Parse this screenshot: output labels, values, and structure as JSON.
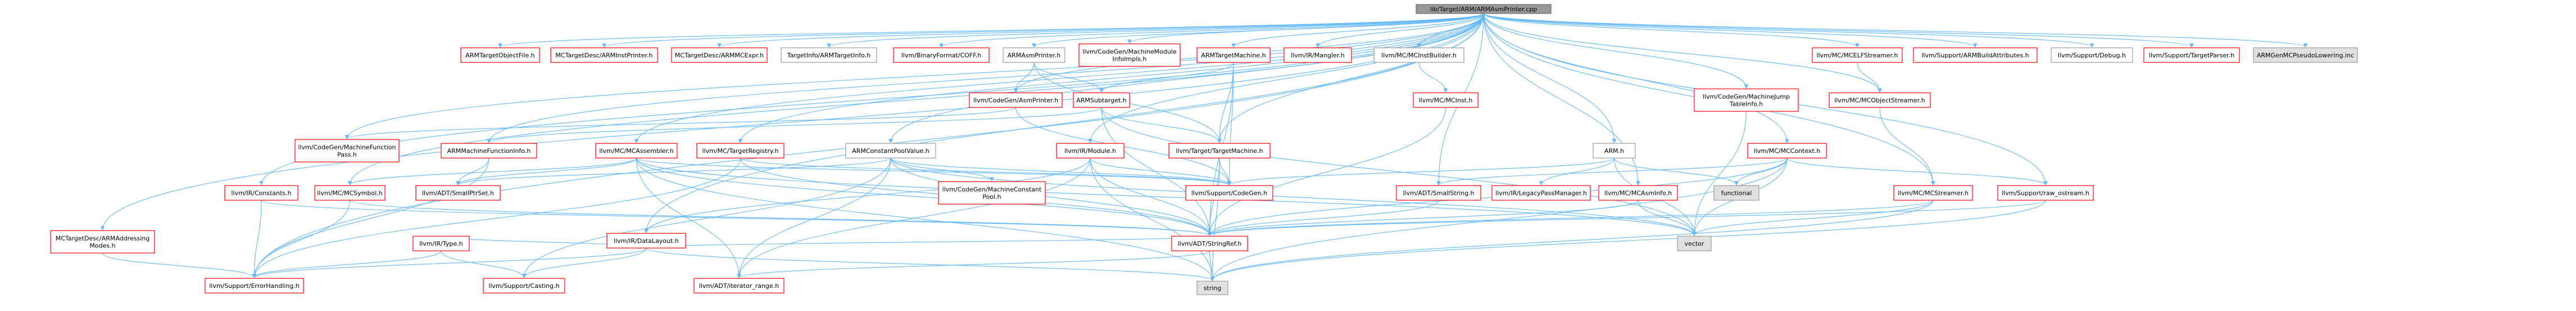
{
  "colors": {
    "root_fill": "#999999",
    "root_stroke": "#666666",
    "linked_stroke": "#ff0000",
    "plain_stroke": "#999999",
    "gray_fill": "#e0e0e0",
    "edge": "#63b8ff",
    "background": "#ffffff"
  },
  "nodes": [
    {
      "id": "root",
      "kind": "root",
      "lines": [
        "lib/Target/ARM/ARMAsmPrinter.cpp"
      ]
    },
    {
      "id": "n1",
      "kind": "linked",
      "lines": [
        "ARMTargetObjectFile.h"
      ]
    },
    {
      "id": "n2",
      "kind": "linked",
      "lines": [
        "MCTargetDesc/ARMInstPrinter.h"
      ]
    },
    {
      "id": "n3",
      "kind": "linked",
      "lines": [
        "MCTargetDesc/ARMMCExpr.h"
      ]
    },
    {
      "id": "n4",
      "kind": "plain",
      "lines": [
        "TargetInfo/ARMTargetInfo.h"
      ]
    },
    {
      "id": "n5",
      "kind": "linked",
      "lines": [
        "llvm/BinaryFormat/COFF.h"
      ]
    },
    {
      "id": "n6",
      "kind": "plain",
      "lines": [
        "ARMAsmPrinter.h"
      ]
    },
    {
      "id": "n7",
      "kind": "linked",
      "lines": [
        "llvm/CodeGen/MachineModule",
        "InfoImpls.h"
      ]
    },
    {
      "id": "n8",
      "kind": "linked",
      "lines": [
        "ARMTargetMachine.h"
      ]
    },
    {
      "id": "n9",
      "kind": "linked",
      "lines": [
        "llvm/IR/Mangler.h"
      ]
    },
    {
      "id": "n10",
      "kind": "plain",
      "lines": [
        "llvm/MC/MCInstBuilder.h"
      ]
    },
    {
      "id": "n11",
      "kind": "linked",
      "lines": [
        "llvm/MC/MCELFStreamer.h"
      ]
    },
    {
      "id": "n12",
      "kind": "linked",
      "lines": [
        "llvm/Support/ARMBuildAttributes.h"
      ]
    },
    {
      "id": "n13",
      "kind": "plain",
      "lines": [
        "llvm/Support/Debug.h"
      ]
    },
    {
      "id": "n14",
      "kind": "linked",
      "lines": [
        "llvm/Support/TargetParser.h"
      ]
    },
    {
      "id": "n15",
      "kind": "gray",
      "lines": [
        "ARMGenMCPseudoLowering.inc"
      ]
    },
    {
      "id": "n16",
      "kind": "linked",
      "lines": [
        "llvm/CodeGen/AsmPrinter.h"
      ]
    },
    {
      "id": "n17",
      "kind": "linked",
      "lines": [
        "ARMSubtarget.h"
      ]
    },
    {
      "id": "n18",
      "kind": "linked",
      "lines": [
        "llvm/MC/MCInst.h"
      ]
    },
    {
      "id": "n19",
      "kind": "linked",
      "lines": [
        "llvm/CodeGen/MachineJump",
        "TableInfo.h"
      ]
    },
    {
      "id": "n20",
      "kind": "linked",
      "lines": [
        "llvm/MC/MCObjectStreamer.h"
      ]
    },
    {
      "id": "n21",
      "kind": "linked",
      "lines": [
        "llvm/CodeGen/MachineFunction",
        "Pass.h"
      ]
    },
    {
      "id": "n22",
      "kind": "linked",
      "lines": [
        "ARMMachineFunctionInfo.h"
      ]
    },
    {
      "id": "n23",
      "kind": "linked",
      "lines": [
        "llvm/MC/MCAssembler.h"
      ]
    },
    {
      "id": "n24",
      "kind": "linked",
      "lines": [
        "llvm/MC/TargetRegistry.h"
      ]
    },
    {
      "id": "n25",
      "kind": "plain",
      "lines": [
        "ARMConstantPoolValue.h"
      ]
    },
    {
      "id": "n26",
      "kind": "linked",
      "lines": [
        "llvm/IR/Module.h"
      ]
    },
    {
      "id": "n27",
      "kind": "linked",
      "lines": [
        "llvm/Target/TargetMachine.h"
      ]
    },
    {
      "id": "n28",
      "kind": "plain",
      "lines": [
        "ARM.h"
      ]
    },
    {
      "id": "n29",
      "kind": "linked",
      "lines": [
        "llvm/MC/MCContext.h"
      ]
    },
    {
      "id": "n30",
      "kind": "linked",
      "lines": [
        "llvm/IR/Constants.h"
      ]
    },
    {
      "id": "n31",
      "kind": "linked",
      "lines": [
        "llvm/MC/MCSymbol.h"
      ]
    },
    {
      "id": "n32",
      "kind": "linked",
      "lines": [
        "llvm/ADT/SmallPtrSet.h"
      ]
    },
    {
      "id": "n33",
      "kind": "linked",
      "lines": [
        "llvm/Support/CodeGen.h"
      ]
    },
    {
      "id": "n34",
      "kind": "linked",
      "lines": [
        "llvm/CodeGen/MachineConstant",
        "Pool.h"
      ]
    },
    {
      "id": "n35",
      "kind": "linked",
      "lines": [
        "llvm/ADT/SmallString.h"
      ]
    },
    {
      "id": "n36",
      "kind": "linked",
      "lines": [
        "llvm/IR/LegacyPassManager.h"
      ]
    },
    {
      "id": "n37",
      "kind": "gray",
      "lines": [
        "functional"
      ]
    },
    {
      "id": "n38",
      "kind": "linked",
      "lines": [
        "llvm/MC/MCAsmInfo.h"
      ]
    },
    {
      "id": "n39",
      "kind": "linked",
      "lines": [
        "llvm/MC/MCStreamer.h"
      ]
    },
    {
      "id": "n40",
      "kind": "linked",
      "lines": [
        "llvm/Support/raw_ostream.h"
      ]
    },
    {
      "id": "n41",
      "kind": "linked",
      "lines": [
        "MCTargetDesc/ARMAddressing",
        "Modes.h"
      ]
    },
    {
      "id": "n42",
      "kind": "linked",
      "lines": [
        "llvm/IR/DataLayout.h"
      ]
    },
    {
      "id": "n43",
      "kind": "linked",
      "lines": [
        "llvm/IR/Type.h"
      ]
    },
    {
      "id": "n44",
      "kind": "linked",
      "lines": [
        "llvm/ADT/StringRef.h"
      ]
    },
    {
      "id": "n45",
      "kind": "gray",
      "lines": [
        "vector"
      ]
    },
    {
      "id": "n46",
      "kind": "linked",
      "lines": [
        "llvm/Support/ErrorHandling.h"
      ]
    },
    {
      "id": "n47",
      "kind": "linked",
      "lines": [
        "llvm/Support/Casting.h"
      ]
    },
    {
      "id": "n48",
      "kind": "linked",
      "lines": [
        "llvm/ADT/iterator_range.h"
      ]
    },
    {
      "id": "n49",
      "kind": "gray",
      "lines": [
        "string"
      ]
    }
  ],
  "edges": [
    [
      "root",
      "n1"
    ],
    [
      "root",
      "n2"
    ],
    [
      "root",
      "n3"
    ],
    [
      "root",
      "n4"
    ],
    [
      "root",
      "n5"
    ],
    [
      "root",
      "n6"
    ],
    [
      "root",
      "n7"
    ],
    [
      "root",
      "n8"
    ],
    [
      "root",
      "n9"
    ],
    [
      "root",
      "n10"
    ],
    [
      "root",
      "n11"
    ],
    [
      "root",
      "n12"
    ],
    [
      "root",
      "n13"
    ],
    [
      "root",
      "n14"
    ],
    [
      "root",
      "n15"
    ],
    [
      "root",
      "n16"
    ],
    [
      "root",
      "n19"
    ],
    [
      "root",
      "n20"
    ],
    [
      "root",
      "n21"
    ],
    [
      "root",
      "n22"
    ],
    [
      "root",
      "n23"
    ],
    [
      "root",
      "n24"
    ],
    [
      "root",
      "n25"
    ],
    [
      "root",
      "n26"
    ],
    [
      "root",
      "n27"
    ],
    [
      "root",
      "n28"
    ],
    [
      "root",
      "n29"
    ],
    [
      "root",
      "n30"
    ],
    [
      "root",
      "n31"
    ],
    [
      "root",
      "n35"
    ],
    [
      "root",
      "n38"
    ],
    [
      "root",
      "n39"
    ],
    [
      "root",
      "n40"
    ],
    [
      "root",
      "n41"
    ],
    [
      "root",
      "n42"
    ],
    [
      "root",
      "n46"
    ],
    [
      "n6",
      "n16"
    ],
    [
      "n6",
      "n17"
    ],
    [
      "n6",
      "n27"
    ],
    [
      "n8",
      "n17"
    ],
    [
      "n8",
      "n27"
    ],
    [
      "n8",
      "n44"
    ],
    [
      "n8",
      "n33"
    ],
    [
      "n10",
      "n18"
    ],
    [
      "n11",
      "n20"
    ],
    [
      "n16",
      "n21"
    ],
    [
      "n16",
      "n33"
    ],
    [
      "n17",
      "n22"
    ],
    [
      "n17",
      "n27"
    ],
    [
      "n17",
      "n45"
    ],
    [
      "n17",
      "n44"
    ],
    [
      "n18",
      "n44"
    ],
    [
      "n19",
      "n45"
    ],
    [
      "n20",
      "n39"
    ],
    [
      "n22",
      "n32"
    ],
    [
      "n22",
      "n46"
    ],
    [
      "n23",
      "n31"
    ],
    [
      "n23",
      "n32"
    ],
    [
      "n23",
      "n44"
    ],
    [
      "n23",
      "n45"
    ],
    [
      "n23",
      "n48"
    ],
    [
      "n23",
      "n49"
    ],
    [
      "n23",
      "n33"
    ],
    [
      "n24",
      "n46"
    ],
    [
      "n24",
      "n33"
    ],
    [
      "n24",
      "n44"
    ],
    [
      "n25",
      "n34"
    ],
    [
      "n25",
      "n32"
    ],
    [
      "n25",
      "n44"
    ],
    [
      "n25",
      "n45"
    ],
    [
      "n25",
      "n48"
    ],
    [
      "n25",
      "n47"
    ],
    [
      "n25",
      "n33"
    ],
    [
      "n26",
      "n42"
    ],
    [
      "n26",
      "n33"
    ],
    [
      "n26",
      "n44"
    ],
    [
      "n26",
      "n49"
    ],
    [
      "n26",
      "n48"
    ],
    [
      "n27",
      "n33"
    ],
    [
      "n27",
      "n44"
    ],
    [
      "n27",
      "n49"
    ],
    [
      "n28",
      "n33"
    ],
    [
      "n28",
      "n36"
    ],
    [
      "n28",
      "n37"
    ],
    [
      "n28",
      "n45"
    ],
    [
      "n29",
      "n35"
    ],
    [
      "n29",
      "n44"
    ],
    [
      "n29",
      "n37"
    ],
    [
      "n29",
      "n45"
    ],
    [
      "n29",
      "n49"
    ],
    [
      "n29",
      "n40"
    ],
    [
      "n30",
      "n46"
    ],
    [
      "n30",
      "n44"
    ],
    [
      "n31",
      "n46"
    ],
    [
      "n31",
      "n44"
    ],
    [
      "n35",
      "n44"
    ],
    [
      "n38",
      "n44"
    ],
    [
      "n38",
      "n45"
    ],
    [
      "n39",
      "n44"
    ],
    [
      "n39",
      "n45"
    ],
    [
      "n39",
      "n49"
    ],
    [
      "n40",
      "n44"
    ],
    [
      "n40",
      "n49"
    ],
    [
      "n41",
      "n46"
    ],
    [
      "n42",
      "n43"
    ],
    [
      "n42",
      "n44"
    ],
    [
      "n42",
      "n47"
    ],
    [
      "n42",
      "n49"
    ],
    [
      "n42",
      "n46"
    ],
    [
      "n43",
      "n46"
    ],
    [
      "n43",
      "n47"
    ],
    [
      "n44",
      "n48"
    ],
    [
      "n44",
      "n49"
    ]
  ]
}
